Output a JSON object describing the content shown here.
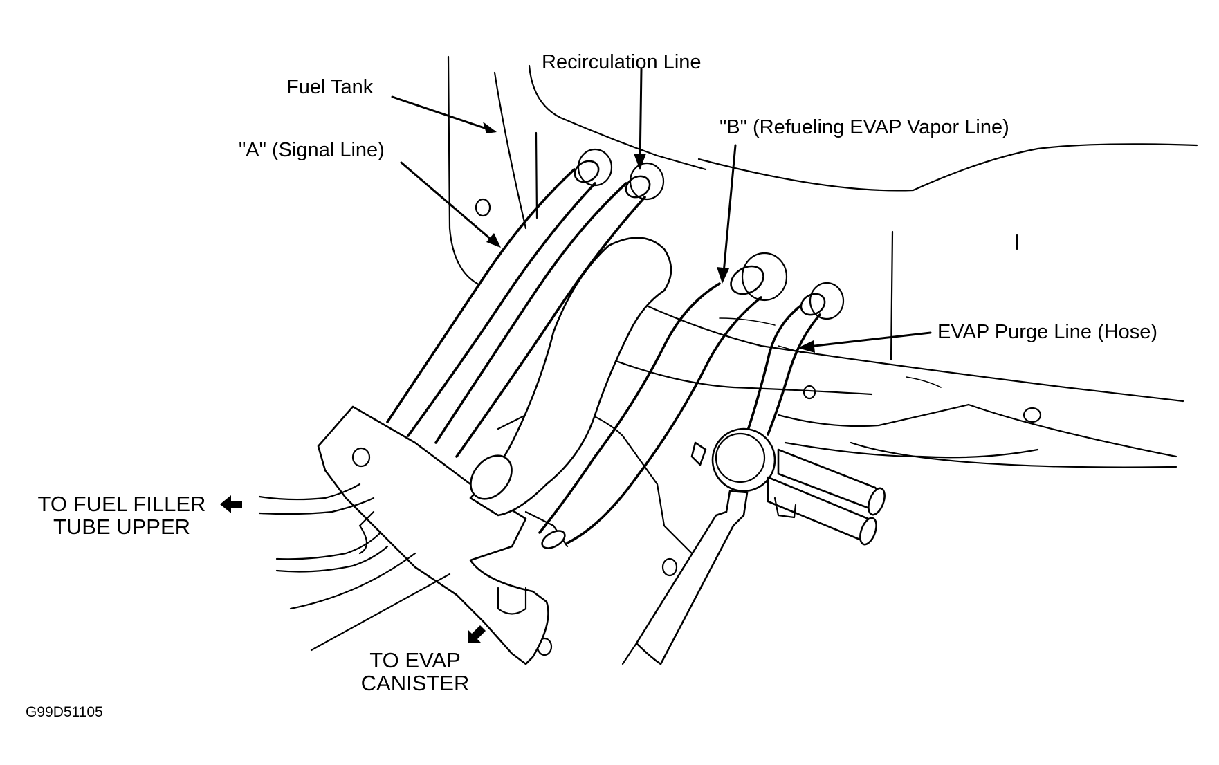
{
  "diagram": {
    "type": "technical-illustration",
    "subject": "Fuel tank EVAP vapor lines",
    "callouts": {
      "recirculation_line": "Recirculation Line",
      "fuel_tank": "Fuel Tank",
      "signal_line": "\"A\" (Signal Line)",
      "refueling_vapor_line": "\"B\" (Refueling EVAP Vapor Line)",
      "evap_purge_line": "EVAP Purge Line (Hose)"
    },
    "directions": {
      "fuel_filler": {
        "line1": "TO FUEL FILLER",
        "line2": "TUBE UPPER",
        "arrow": "left-arrow"
      },
      "evap_canister": {
        "line1": "TO EVAP",
        "line2": "CANISTER",
        "arrow": "down-left-arrow"
      }
    },
    "figure_id": "G99D51105"
  }
}
